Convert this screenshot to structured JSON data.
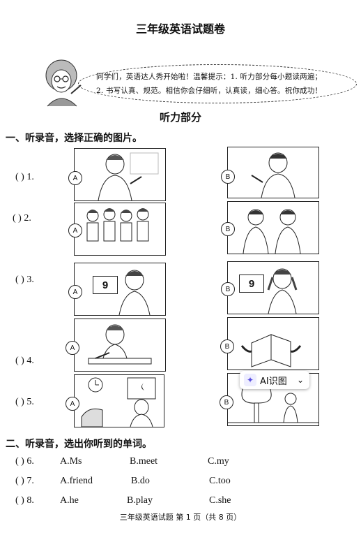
{
  "title": "三年级英语试题卷",
  "notice": {
    "line1": "同学们，英语达人秀开始啦！温馨提示：1. 听力部分每小题读两遍；",
    "line2": "2. 书写认真、规范。相信你会仔细听，认真读，细心答。祝你成功！"
  },
  "listening_heading": "听力部分",
  "part1": {
    "heading": "一、听录音，选择正确的图片。",
    "questions": [
      {
        "label": "(      ) 1.",
        "a": "A",
        "b": "B"
      },
      {
        "label": "(      ) 2.",
        "a": "A",
        "b": "B"
      },
      {
        "label": "(      ) 3.",
        "a": "A",
        "b": "B",
        "card_a": "9",
        "card_b": "9"
      },
      {
        "label": "(      ) 4.",
        "a": "A",
        "b": "B"
      },
      {
        "label": "(      ) 5.",
        "a": "A",
        "b": "B"
      }
    ]
  },
  "part2": {
    "heading": "二、听录音，选出你听到的单词。",
    "questions": [
      {
        "label": "(      ) 6.",
        "a": "A.Ms",
        "b": "B.meet",
        "c": "C.my"
      },
      {
        "label": "(      ) 7.",
        "a": "A.friend",
        "b": "B.do",
        "c": "C.too"
      },
      {
        "label": "(      ) 8.",
        "a": "A.he",
        "b": "B.play",
        "c": "C.she"
      }
    ]
  },
  "ai_chip": {
    "icon": "sparkle-icon",
    "label": "AI识图",
    "caret": "⌄"
  },
  "footer": "三年级英语试题  第 1 页（共 8 页）"
}
